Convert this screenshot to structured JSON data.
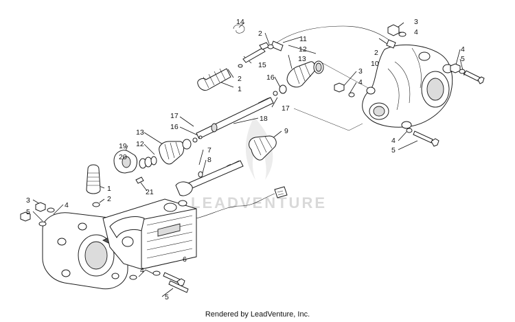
{
  "watermark": {
    "text": "LEADVENTURE"
  },
  "footer": {
    "text": "Rendered by LeadVenture, Inc."
  },
  "callouts": [
    "1",
    "2",
    "3",
    "4",
    "5",
    "6",
    "7",
    "8",
    "9",
    "10",
    "11",
    "12",
    "13",
    "14",
    "15",
    "16",
    "17",
    "18",
    "19",
    "20",
    "21"
  ]
}
